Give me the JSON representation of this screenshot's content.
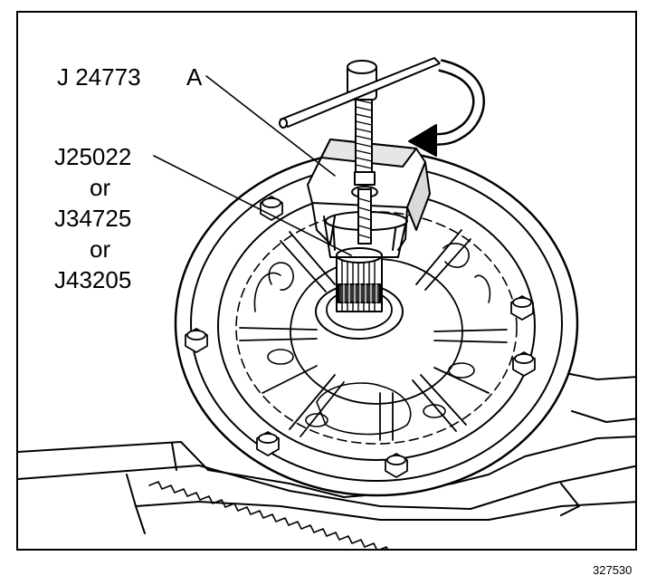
{
  "labels": {
    "tool_main": "J 24773",
    "tool_letter": "A",
    "alt_tool_1": "J25022",
    "or_1": "or",
    "alt_tool_2": "J34725",
    "or_2": "or",
    "alt_tool_3": "J43205"
  },
  "figure_number": "327530",
  "colors": {
    "line": "#000000",
    "background": "#ffffff",
    "shade": "#d9d9d9",
    "dark": "#7a7a7a"
  },
  "icons": [
    "rotation-arrow-icon",
    "t-handle-puller",
    "bolt-head"
  ]
}
